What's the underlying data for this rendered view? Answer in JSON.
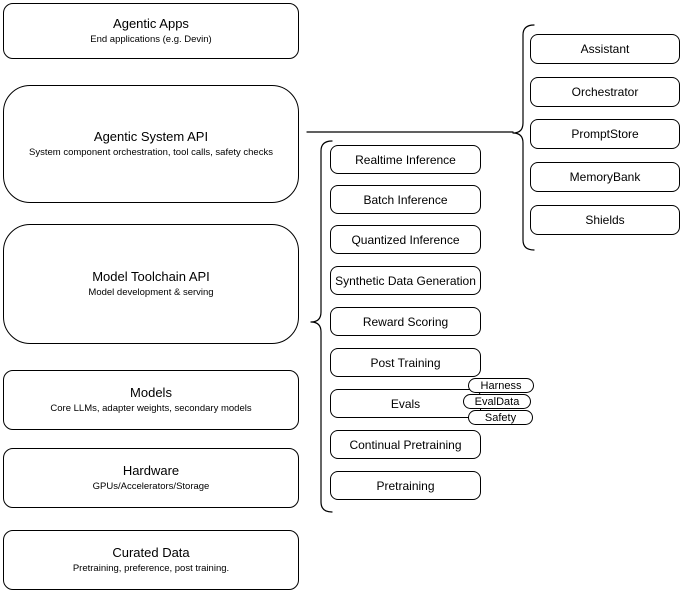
{
  "diagram": {
    "left_stack": [
      {
        "title": "Agentic Apps",
        "subtitle": "End applications (e.g. Devin)"
      },
      {
        "title": "Agentic System API",
        "subtitle": "System component orchestration, tool calls, safety checks"
      },
      {
        "title": "Model Toolchain API",
        "subtitle": "Model development & serving"
      },
      {
        "title": "Models",
        "subtitle": "Core LLMs, adapter weights, secondary models"
      },
      {
        "title": "Hardware",
        "subtitle": "GPUs/Accelerators/Storage"
      },
      {
        "title": "Curated Data",
        "subtitle": "Pretraining, preference, post training."
      }
    ],
    "toolchain_stack": [
      "Realtime Inference",
      "Batch Inference",
      "Quantized Inference",
      "Synthetic Data Generation",
      "Reward Scoring",
      "Post Training",
      "Evals",
      "Continual Pretraining",
      "Pretraining"
    ],
    "evals_tags": [
      "Harness",
      "EvalData",
      "Safety"
    ],
    "system_stack": [
      "Assistant",
      "Orchestrator",
      "PromptStore",
      "MemoryBank",
      "Shields"
    ],
    "colors": {
      "stroke": "#000000",
      "background": "#ffffff",
      "text": "#000000"
    }
  }
}
